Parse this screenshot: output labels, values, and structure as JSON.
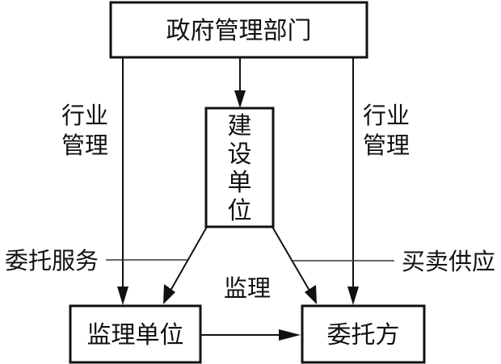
{
  "diagram": {
    "nodes": {
      "gov": "政府管理部门",
      "builder": [
        "建",
        "设",
        "单",
        "位"
      ],
      "supervisor": "监理单位",
      "client": "委托方"
    },
    "labels": {
      "industry_left": [
        "行业",
        "管理"
      ],
      "industry_right": [
        "行业",
        "管理"
      ],
      "entrust_service": "委托服务",
      "supervision": "监理",
      "trade_supply": "买卖供应"
    },
    "colors": {
      "stroke": "#111111",
      "background": "#ffffff"
    }
  }
}
